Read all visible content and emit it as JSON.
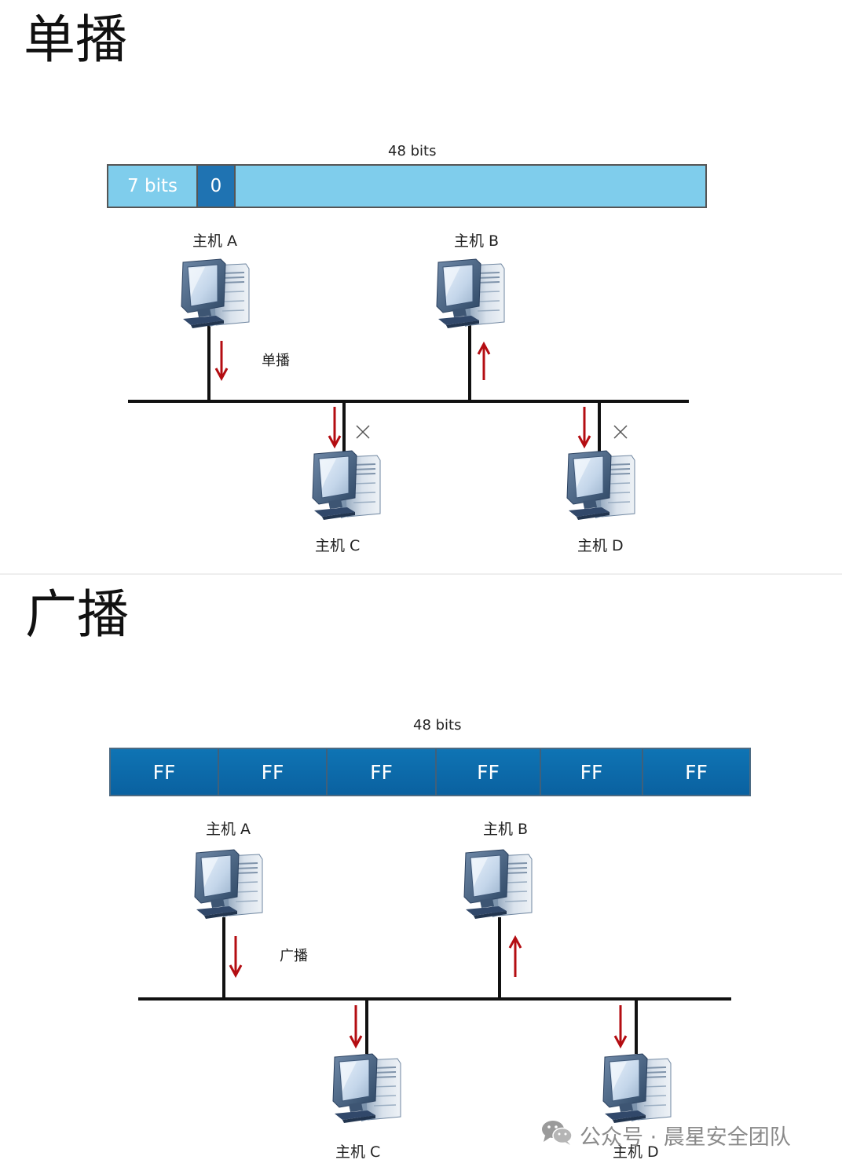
{
  "unicast": {
    "title": "单播",
    "bits_total": "48 bits",
    "seg_first": "7 bits",
    "seg_bit": "0",
    "mode_label": "单播",
    "hosts": {
      "a": "主机 A",
      "b": "主机 B",
      "c": "主机 C",
      "d": "主机 D"
    },
    "reject_mark": "×"
  },
  "broadcast": {
    "title": "广播",
    "bits_total": "48 bits",
    "octets": [
      "FF",
      "FF",
      "FF",
      "FF",
      "FF",
      "FF"
    ],
    "mode_label": "广播",
    "hosts": {
      "a": "主机 A",
      "b": "主机 B",
      "c": "主机 C",
      "d": "主机 D"
    }
  },
  "watermark": "公众号 · 晨星安全团队",
  "colors": {
    "frame_light_blue": "#7fcdec",
    "frame_dark_blue": "#1f73b2",
    "ff_blue": "#0b6aa8",
    "arrow_red": "#b40d12",
    "bus_line": "#111111"
  },
  "icons": {
    "computer": "desktop-computer-icon",
    "arrow": "red-arrow-icon",
    "reject": "x-mark-icon",
    "wechat": "wechat-icon"
  }
}
